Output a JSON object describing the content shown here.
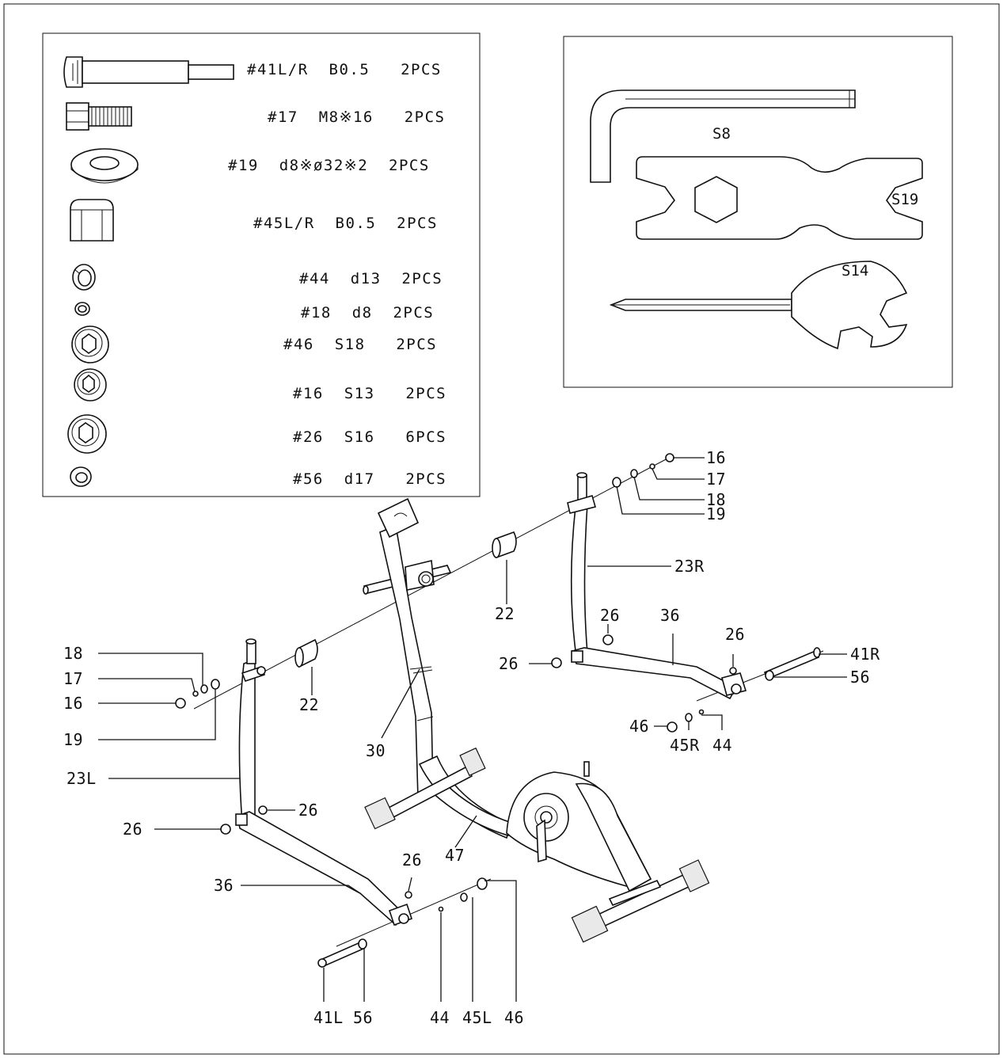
{
  "hardware": [
    {
      "label": "#41L/R  B0.5   2PCS",
      "icon": "carriage-bolt-icon"
    },
    {
      "label": "#17  M8※16   2PCS",
      "icon": "hex-bolt-icon"
    },
    {
      "label": "#19  d8※ø32※2  2PCS",
      "icon": "flat-washer-icon"
    },
    {
      "label": "#45L/R  B0.5  2PCS",
      "icon": "nylon-nut-icon"
    },
    {
      "label": "#44  d13  2PCS",
      "icon": "spring-washer-large-icon"
    },
    {
      "label": "#18  d8  2PCS",
      "icon": "spring-washer-small-icon"
    },
    {
      "label": "#46  S18   2PCS",
      "icon": "end-cap-large-icon"
    },
    {
      "label": "#16  S13   2PCS",
      "icon": "end-cap-small-icon"
    },
    {
      "label": "#26  S16   6PCS",
      "icon": "end-cap-medium-icon"
    },
    {
      "label": "#56  d17   2PCS",
      "icon": "ring-washer-icon"
    }
  ],
  "tools": {
    "allen_key": "S8",
    "wrench": "S19",
    "screwdriver": "S14"
  },
  "callouts": {
    "c16r": "16",
    "c17r": "17",
    "c18r": "18",
    "c19r": "19",
    "c23r": "23R",
    "c22r": "22",
    "c26a": "26",
    "c36r": "36",
    "c26b": "26",
    "c26c": "26",
    "c41r": "41R",
    "c56r": "56",
    "c46r": "46",
    "c45r": "45R",
    "c44r": "44",
    "c18l": "18",
    "c17l": "17",
    "c16l": "16",
    "c19l": "19",
    "c22l": "22",
    "c30": "30",
    "c23l": "23L",
    "c26d": "26",
    "c26e": "26",
    "c36l": "36",
    "c26f": "26",
    "c47": "47",
    "c41l": "41L",
    "c56l": "56",
    "c44l": "44",
    "c45l": "45L",
    "c46l": "46"
  }
}
